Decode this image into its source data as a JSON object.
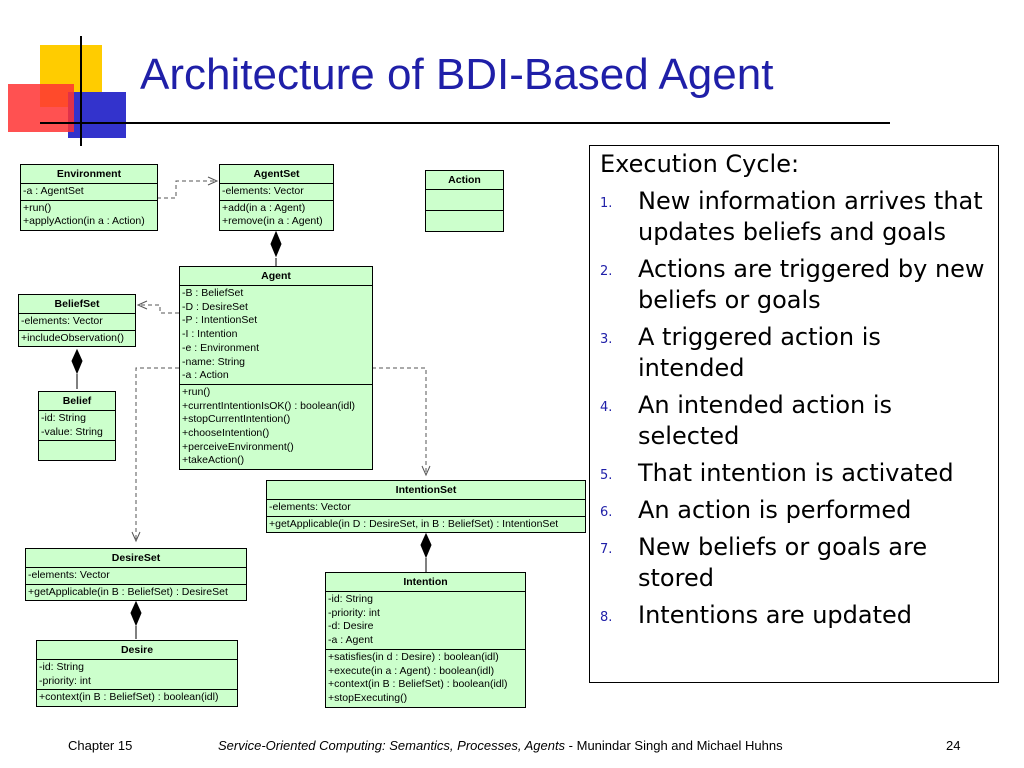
{
  "title": "Architecture of BDI-Based Agent",
  "colors": {
    "title": "#1f1fa8",
    "class_fill": "#ccffcc",
    "deco_yellow": "#ffcc00",
    "deco_red": "#ff3333",
    "deco_blue": "#3333cc"
  },
  "classes": {
    "environment": {
      "name": "Environment",
      "attributes": [
        "-a : AgentSet"
      ],
      "methods": [
        "+run()",
        "+applyAction(in a : Action)"
      ]
    },
    "agentset": {
      "name": "AgentSet",
      "attributes": [
        "-elements: Vector"
      ],
      "methods": [
        "+add(in a : Agent)",
        "+remove(in a : Agent)"
      ]
    },
    "action": {
      "name": "Action",
      "attributes": [],
      "methods": []
    },
    "agent": {
      "name": "Agent",
      "attributes": [
        "-B : BeliefSet",
        "-D : DesireSet",
        "-P : IntentionSet",
        "-I : Intention",
        "-e : Environment",
        "-name: String",
        "-a : Action"
      ],
      "methods": [
        "+run()",
        "+currentIntentionIsOK() : boolean(idl)",
        "+stopCurrentIntention()",
        "+chooseIntention()",
        "+perceiveEnvironment()",
        "+takeAction()"
      ]
    },
    "beliefset": {
      "name": "BeliefSet",
      "attributes": [
        "-elements: Vector"
      ],
      "methods": [
        "+includeObservation()"
      ]
    },
    "belief": {
      "name": "Belief",
      "attributes": [
        "-id: String",
        "-value: String"
      ],
      "methods": []
    },
    "intentionset": {
      "name": "IntentionSet",
      "attributes": [
        "-elements: Vector"
      ],
      "methods": [
        "+getApplicable(in D : DesireSet, in B : BeliefSet) : IntentionSet"
      ]
    },
    "desireset": {
      "name": "DesireSet",
      "attributes": [
        "-elements: Vector"
      ],
      "methods": [
        "+getApplicable(in B : BeliefSet) : DesireSet"
      ]
    },
    "intention": {
      "name": "Intention",
      "attributes": [
        "-id: String",
        "-priority: int",
        "-d: Desire",
        "-a : Agent"
      ],
      "methods": [
        "+satisfies(in d : Desire) : boolean(idl)",
        "+execute(in a : Agent) : boolean(idl)",
        "+context(in B : BeliefSet) : boolean(idl)",
        "+stopExecuting()"
      ]
    },
    "desire": {
      "name": "Desire",
      "attributes": [
        "-id: String",
        "-priority: int"
      ],
      "methods": [
        "+context(in B : BeliefSet) : boolean(idl)"
      ]
    }
  },
  "cycle": {
    "title": "Execution Cycle:",
    "steps": [
      {
        "num": "1.",
        "text": "New information arrives that updates beliefs and goals"
      },
      {
        "num": "2.",
        "text": "Actions are triggered by new beliefs or goals"
      },
      {
        "num": "3.",
        "text": "A triggered action is intended"
      },
      {
        "num": "4.",
        "text": "An intended action is selected"
      },
      {
        "num": "5.",
        "text": "That intention is activated"
      },
      {
        "num": "6.",
        "text": "An action is performed"
      },
      {
        "num": "7.",
        "text": "New beliefs or goals are stored"
      },
      {
        "num": "8.",
        "text": "Intentions are updated"
      }
    ]
  },
  "footer": {
    "chapter": "Chapter 15",
    "book_title": "Service-Oriented Computing: Semantics, Processes, Agents",
    "authors": " - Munindar Singh and Michael Huhns",
    "page": "24"
  }
}
